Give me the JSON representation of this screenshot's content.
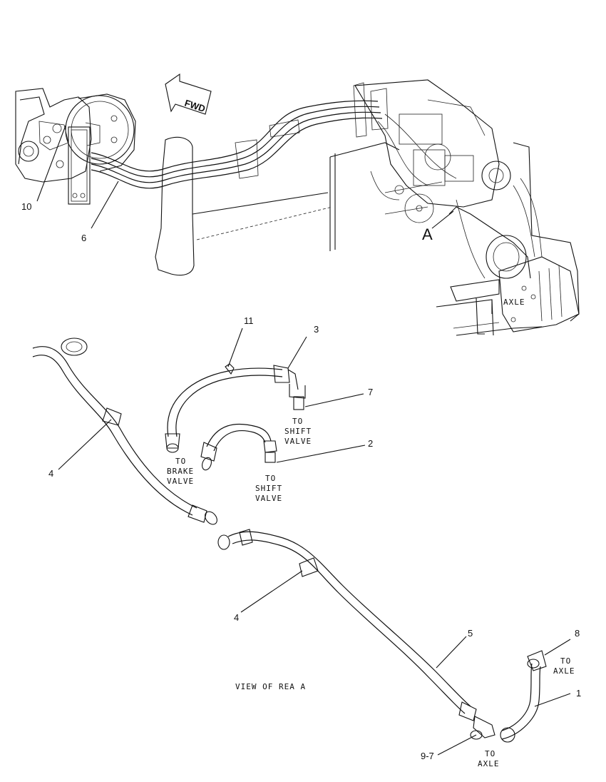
{
  "drawing": {
    "fwd_label": "FWD",
    "area_label": "A",
    "axle_label": "AXLE",
    "view_caption": "VIEW OF REA A",
    "callouts": {
      "c10": "10",
      "c6": "6",
      "c11": "11",
      "c3": "3",
      "c7": "7",
      "c2": "2",
      "c4a": "4",
      "c4b": "4",
      "c5": "5",
      "c8": "8",
      "c1": "1",
      "c97": "9-7"
    },
    "notes": {
      "to_shift_valve_1": [
        "TO",
        "SHIFT",
        "VALVE"
      ],
      "to_shift_valve_2": [
        "TO",
        "SHIFT",
        "VALVE"
      ],
      "to_brake_valve": [
        "TO",
        "BRAKE",
        "VALVE"
      ],
      "to_axle_1": [
        "TO",
        "AXLE"
      ],
      "to_axle_2": [
        "TO",
        "AXLE"
      ]
    }
  }
}
